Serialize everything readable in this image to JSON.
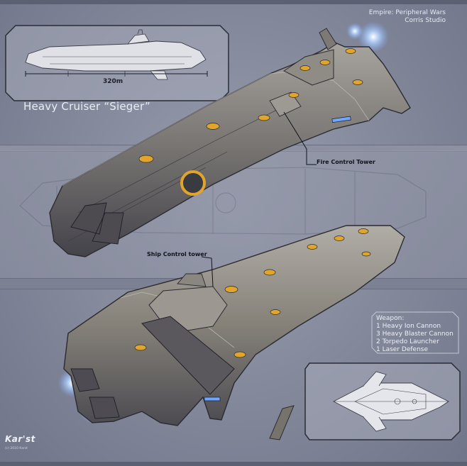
{
  "studio": {
    "empire_line": "Empire: Peripheral Wars",
    "studio_line": "Corris Studio"
  },
  "ship": {
    "title": "Heavy Cruiser “Sieger”",
    "length_label": "320m"
  },
  "callouts": {
    "fire_control": "Fire Control Tower",
    "ship_control": "Ship Control tower"
  },
  "weapons": {
    "heading": "Weapon:",
    "items": [
      "1 Heavy Ion Cannon",
      "3 Heavy Blaster Cannon",
      "2 Torpedo Launcher",
      "1 Laser Defense"
    ]
  },
  "signature": {
    "logo": "Kar'st",
    "fine_print": "(c) 2010 Karst"
  },
  "colors": {
    "hull": "#6e6c6a",
    "hull_light": "#9a9792",
    "accent_orange": "#e0a52a",
    "engine_glow": "#9fc8ff",
    "panel_stroke": "#2a2d36"
  }
}
